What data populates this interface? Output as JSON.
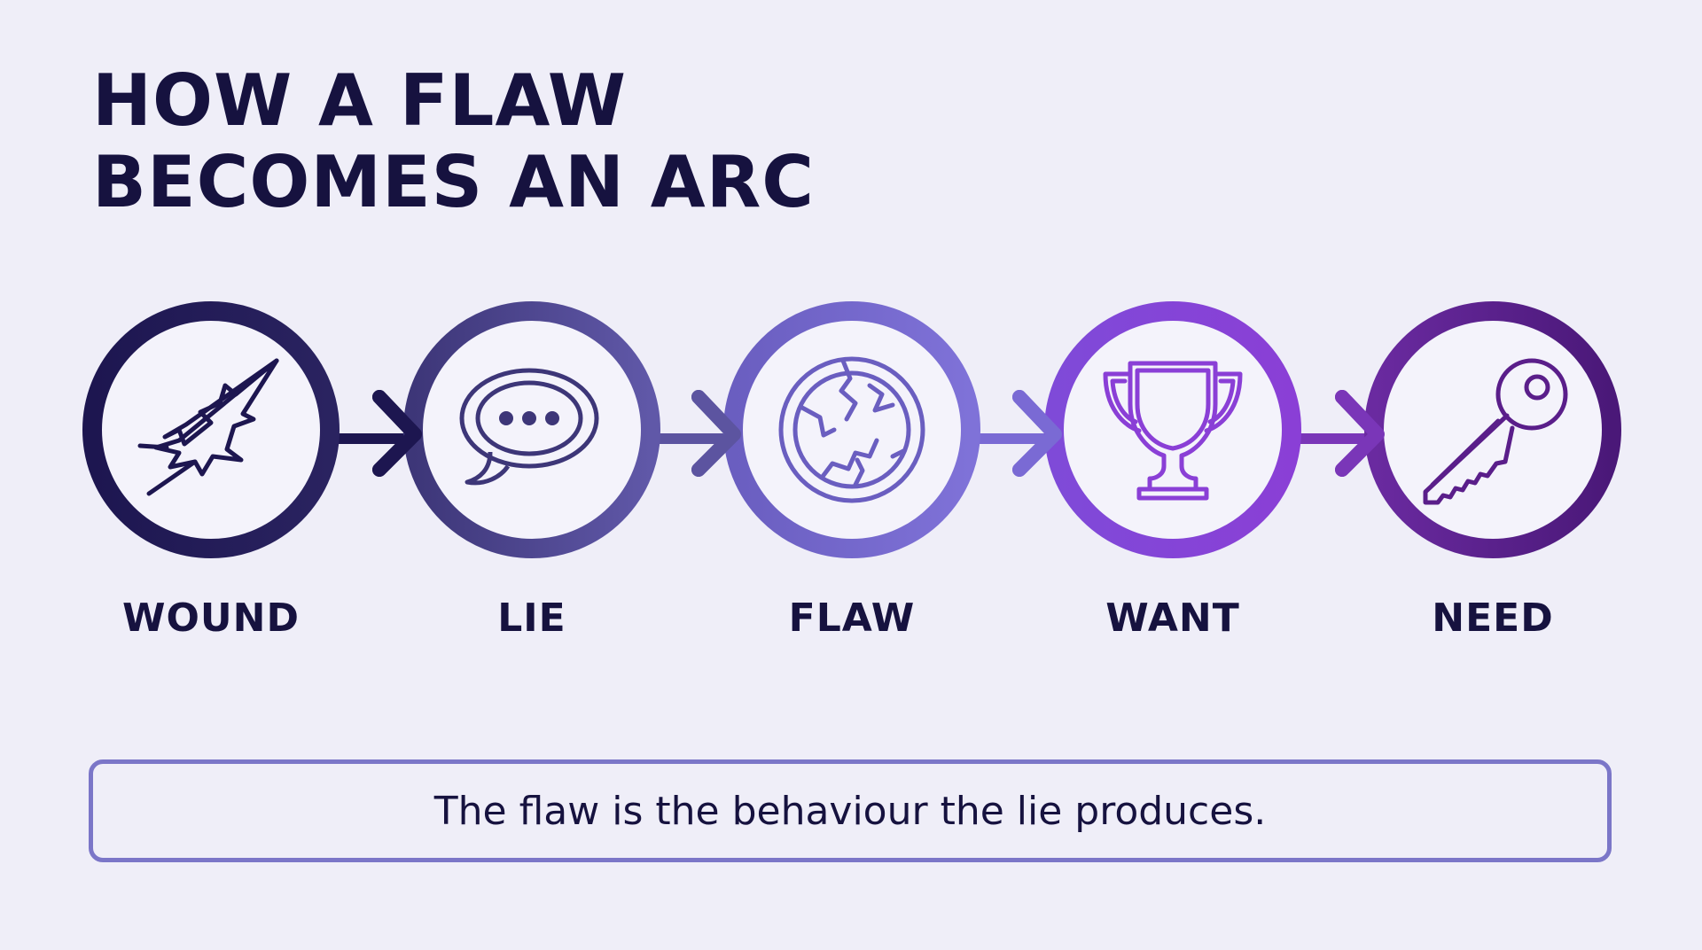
{
  "title": {
    "line1": "HOW A FLAW",
    "line2": "BECOMES AN ARC"
  },
  "steps": [
    {
      "label": "WOUND",
      "icon": "lightning-crack-icon",
      "color": "#1d1650"
    },
    {
      "label": "LIE",
      "icon": "speech-bubble-icon",
      "color": "#4d4690"
    },
    {
      "label": "FLAW",
      "icon": "cracked-globe-icon",
      "color": "#7467cc"
    },
    {
      "label": "WANT",
      "icon": "trophy-icon",
      "color": "#8a3fd6"
    },
    {
      "label": "NEED",
      "icon": "key-icon",
      "color": "#5a1e8a"
    }
  ],
  "caption": "The flaw is the behaviour the lie produces.",
  "colors": {
    "background": "#efeef8",
    "text": "#16123f",
    "caption_border": "#7b76c8"
  }
}
